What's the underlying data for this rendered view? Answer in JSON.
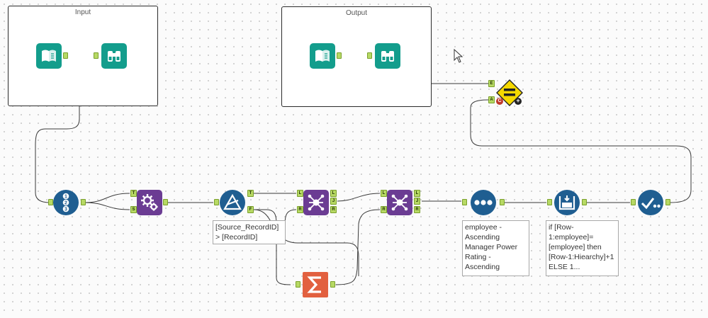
{
  "containers": {
    "input": {
      "title": "Input"
    },
    "output": {
      "title": "Output"
    }
  },
  "anchors": {
    "select": {
      "true": "T",
      "false": "S"
    },
    "filter": {
      "true": "T",
      "false": "F"
    },
    "join": {
      "left": "L",
      "right": "R",
      "join": "J"
    },
    "test": {
      "expected": "E",
      "actual": "A",
      "connection": "C"
    }
  },
  "annotations": {
    "filter": "[Source_RecordID] > [RecordID]",
    "sort": "employee - Ascending Manager Power Rating - Ascending",
    "multirow": "if [Row-1:employee]=[employee] then [Row-1:Hiearchy]+1 ELSE 1..."
  },
  "icons": {
    "input": "book-input-icon",
    "browse": "binoculars-icon",
    "record_id": "record-id-123-icon",
    "select": "gears-icon",
    "filter": "filter-triangle-icon",
    "join": "join-hub-icon",
    "summarize": "sigma-icon",
    "sort": "dots-icon",
    "multirow": "multirow-icon",
    "unique": "check-icon",
    "test": "equals-diamond-icon"
  },
  "colors": {
    "teal": "#139d8c",
    "blue": "#1f5e91",
    "purple": "#6b3c93",
    "orange": "#e2603f",
    "anchor_green": "#b7d964",
    "test_yellow": "#f5d800"
  }
}
